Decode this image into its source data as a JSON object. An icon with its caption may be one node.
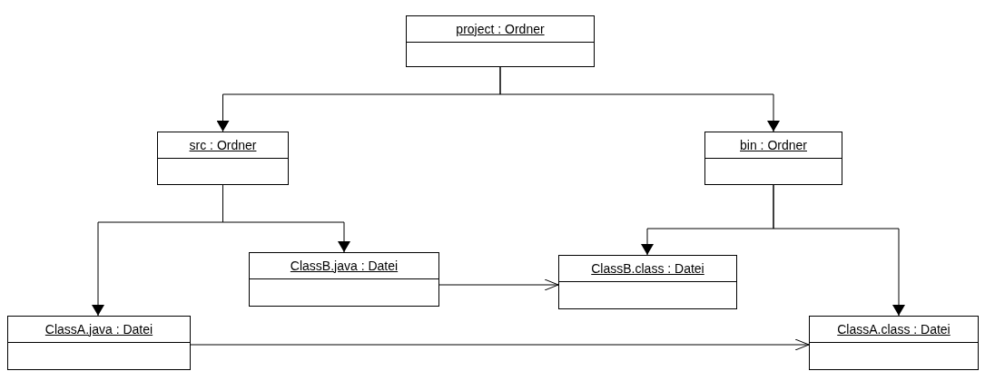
{
  "diagram": {
    "nodes": [
      {
        "text": [
          "project : Ordner"
        ]
      },
      {
        "text": [
          "src : Ordner"
        ]
      },
      {
        "text": [
          "bin : Ordner"
        ]
      },
      {
        "text": [
          "ClassB.java : Datei"
        ]
      },
      {
        "text": [
          "ClassB.class : Datei"
        ]
      },
      {
        "text": [
          "ClassA.java : Datei"
        ]
      },
      {
        "text": [
          "ClassA.class : Datei"
        ]
      }
    ],
    "edges": [
      {
        "from": 0,
        "to": 1,
        "arrow": "to"
      },
      {
        "from": 0,
        "to": 2,
        "arrow": "to"
      },
      {
        "from": 1,
        "to": 5,
        "arrow": "to"
      },
      {
        "from": 1,
        "to": 3,
        "arrow": "to"
      },
      {
        "from": 2,
        "to": 4,
        "arrow": "to"
      },
      {
        "from": 2,
        "to": 6,
        "arrow": "to"
      },
      {
        "from": 3,
        "to": 4,
        "arrow": "to"
      },
      {
        "from": 5,
        "to": 6,
        "arrow": "to"
      }
    ]
  }
}
